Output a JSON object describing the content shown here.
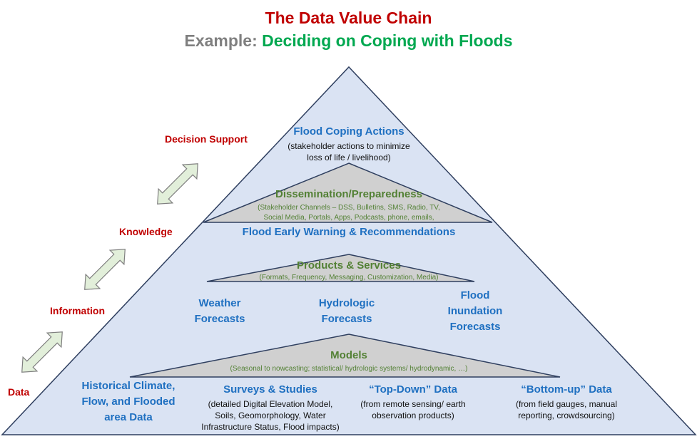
{
  "title": {
    "line1": "The Data Value Chain",
    "prefix": "Example: ",
    "subtitle": "Deciding on Coping with Floods"
  },
  "levels": {
    "decision_support": "Decision Support",
    "knowledge": "Knowledge",
    "information": "Information",
    "data": "Data"
  },
  "apex": {
    "title": "Flood Coping Actions",
    "desc1": "(stakeholder actions to minimize",
    "desc2": "loss of life / livelihood)"
  },
  "dissemination": {
    "title": "Dissemination/Preparedness",
    "desc1": "(Stakeholder Channels – DSS, Bulletins, SMS, Radio, TV,",
    "desc2": "Social Media, Portals, Apps, Podcasts, phone,  emails,"
  },
  "early_warning": "Flood Early Warning & Recommendations",
  "products": {
    "title": "Products & Services",
    "desc": "(Formats, Frequency, Messaging, Customization, Media)"
  },
  "forecasts": {
    "weather": [
      "Weather",
      "Forecasts"
    ],
    "hydrologic": [
      "Hydrologic",
      "Forecasts"
    ],
    "inundation": [
      "Flood",
      "Inundation",
      "Forecasts"
    ]
  },
  "models": {
    "title": "Models",
    "desc": "(Seasonal to nowcasting; statistical/ hydrologic systems/ hydrodynamic, …)"
  },
  "data_sources": {
    "historical": [
      "Historical Climate,",
      "Flow, and Flooded",
      "area Data"
    ],
    "surveys_title": "Surveys & Studies",
    "surveys_desc": [
      "(detailed Digital Elevation Model,",
      "Soils, Geomorphology, Water",
      "Infrastructure Status, Flood impacts)"
    ],
    "topdown_title": "“Top-Down” Data",
    "topdown_desc": [
      "(from remote sensing/ earth",
      "observation products)"
    ],
    "bottomup_title": "“Bottom-up” Data",
    "bottomup_desc": [
      "(from field gauges, manual",
      "reporting, crowdsourcing)"
    ]
  },
  "colors": {
    "title_red": "#c00000",
    "prefix_gray": "#7f7f7f",
    "subtitle_green": "#00a850",
    "pyramid_fill": "#dae3f3",
    "band_fill": "#d0d0d0",
    "heading_blue": "#1f70c1",
    "heading_green": "#538135",
    "arrow_fill": "#e2efda"
  }
}
